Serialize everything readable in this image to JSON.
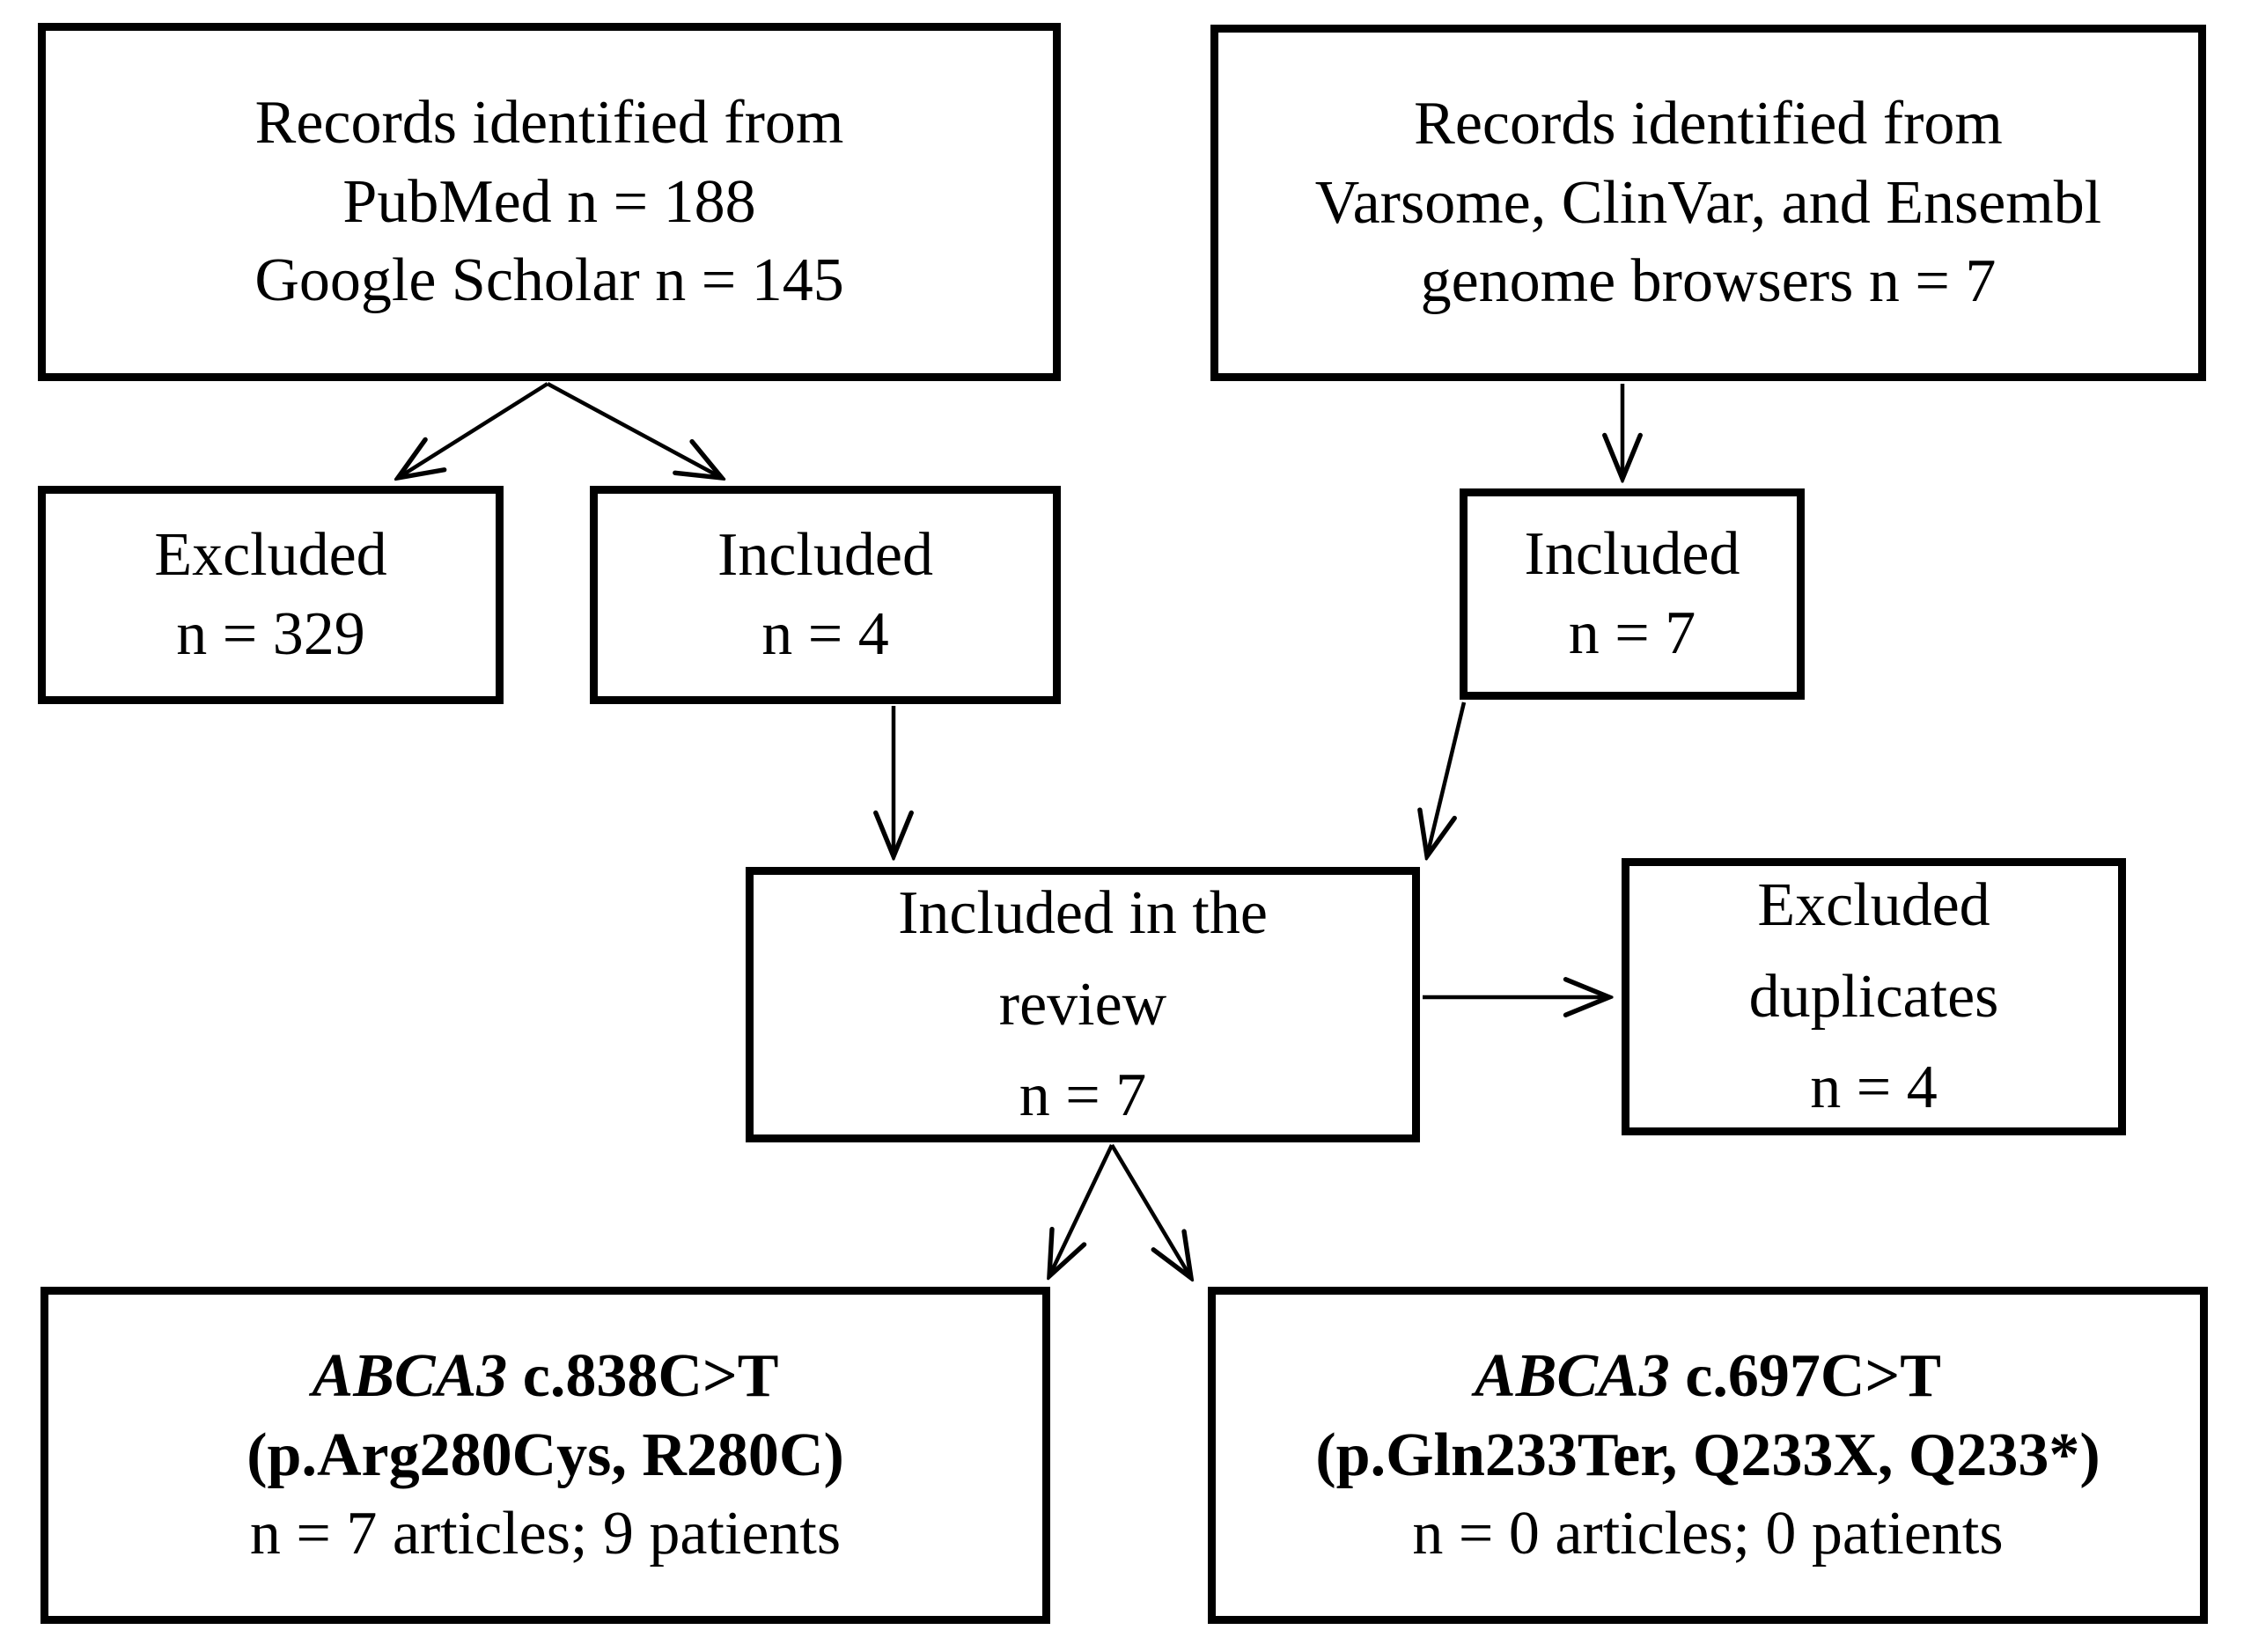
{
  "canvas": {
    "background": "#ffffff",
    "line_color": "#000000"
  },
  "boxes": {
    "records_literature": {
      "line1": "Records identified from",
      "line2": "PubMed n = 188",
      "line3": "Google Scholar n = 145"
    },
    "records_databases": {
      "line1": "Records identified from",
      "line2": "Varsome, ClinVar, and Ensembl",
      "line3": "genome browsers n = 7"
    },
    "excluded_initial": {
      "line1": "Excluded",
      "line2": "n = 329"
    },
    "included_literature": {
      "line1": "Included",
      "line2": "n = 4"
    },
    "included_databases": {
      "line1": "Included",
      "line2": "n = 7"
    },
    "included_review": {
      "line1": "Included in the",
      "line2": "review",
      "line3": "n = 7"
    },
    "excluded_duplicates": {
      "line1": "Excluded",
      "line2": "duplicates",
      "line3": "n = 4"
    },
    "variant_r280c": {
      "gene": "ABCA3",
      "mutation": " c.838C>T",
      "protein": "(p.Arg280Cys, R280C)",
      "counts": "n = 7 articles; 9 patients"
    },
    "variant_q233x": {
      "gene": "ABCA3",
      "mutation": " c.697C>T",
      "protein": "(p.Gln233Ter, Q233X, Q233*)",
      "counts": "n = 0 articles; 0 patients"
    }
  }
}
